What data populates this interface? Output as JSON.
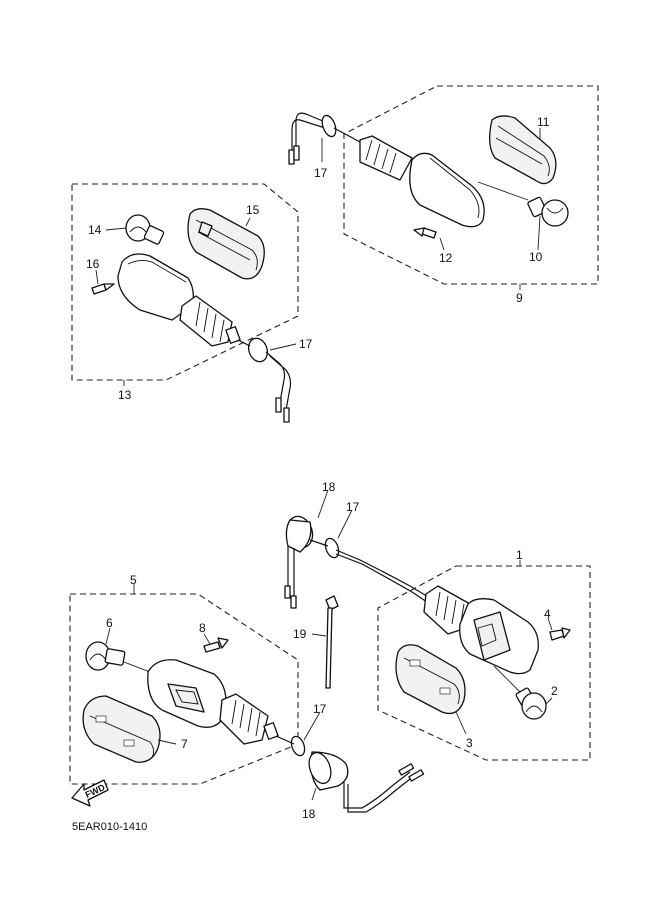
{
  "diagram": {
    "code": "5EAR010-1410",
    "forward_marker": "FWD",
    "callouts": {
      "p1": "1",
      "p2": "2",
      "p3": "3",
      "p4": "4",
      "p5": "5",
      "p6": "6",
      "p7": "7",
      "p8": "8",
      "p9": "9",
      "p10": "10",
      "p11": "11",
      "p12": "12",
      "p13": "13",
      "p14": "14",
      "p15": "15",
      "p16": "16",
      "p17a": "17",
      "p17b": "17",
      "p17c": "17",
      "p17d": "17",
      "p18a": "18",
      "p18b": "18",
      "p19": "19"
    }
  }
}
